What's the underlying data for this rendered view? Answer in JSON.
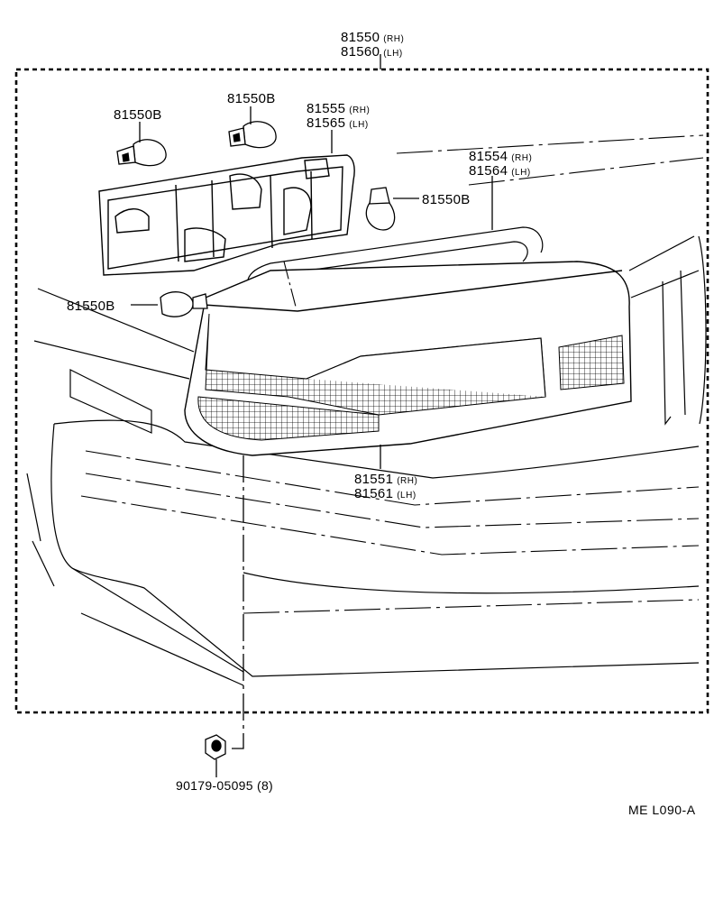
{
  "labels": {
    "assembly": {
      "rh_part": "81550",
      "rh_side": "(RH)",
      "lh_part": "81560",
      "lh_side": "(LH)"
    },
    "bulb_a": "81550B",
    "bulb_b": "81550B",
    "bulb_c": "81550B",
    "bulb_d": "81550B",
    "socket": {
      "rh_part": "81555",
      "rh_side": "(RH)",
      "lh_part": "81565",
      "lh_side": "(LH)"
    },
    "gasket": {
      "rh_part": "81554",
      "rh_side": "(RH)",
      "lh_part": "81564",
      "lh_side": "(LH)"
    },
    "lens": {
      "rh_part": "81551",
      "rh_side": "(RH)",
      "lh_part": "81561",
      "lh_side": "(LH)"
    },
    "nut": "90179-05095 (8)"
  },
  "figure_code": "ME  L090-A"
}
